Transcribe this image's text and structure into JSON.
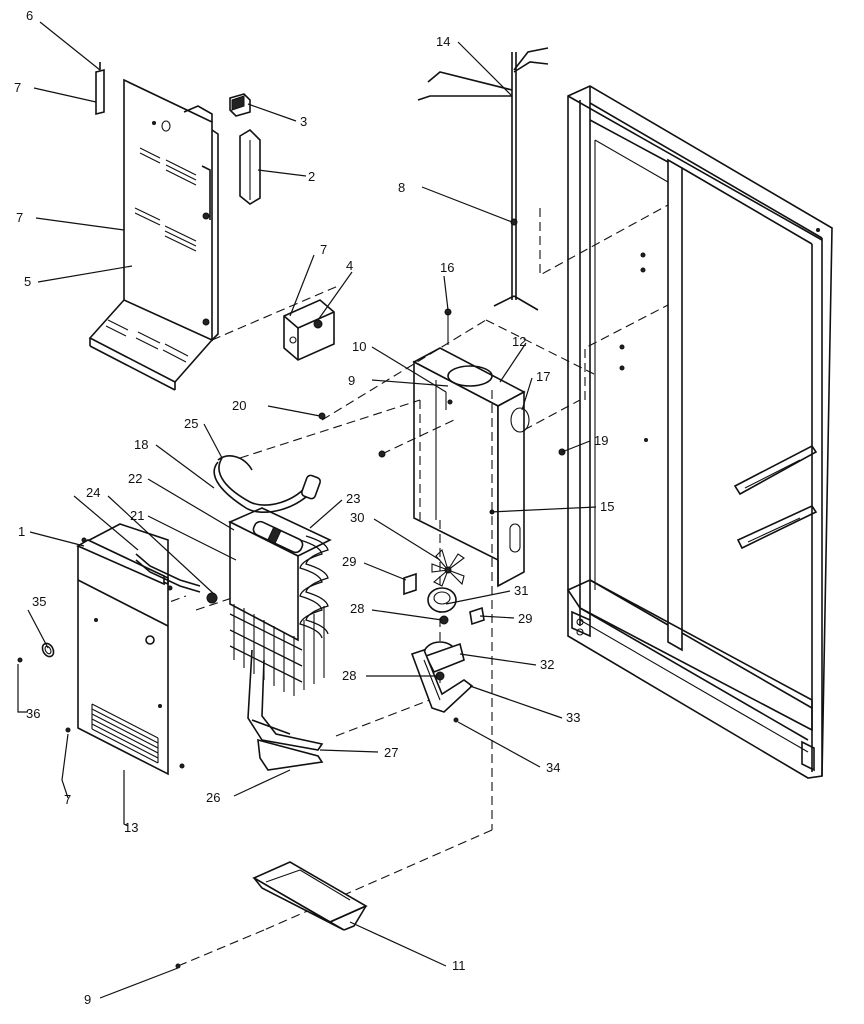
{
  "callouts": {
    "c6": "6",
    "c7a": "7",
    "c3": "3",
    "c2": "2",
    "c7b": "7",
    "c5": "5",
    "c7c": "7",
    "c4": "4",
    "c14": "14",
    "c8": "8",
    "c16": "16",
    "c10": "10",
    "c12": "12",
    "c9a": "9",
    "c17": "17",
    "c20": "20",
    "c19": "19",
    "c25": "25",
    "c18": "18",
    "c22": "22",
    "c23": "23",
    "c24": "24",
    "c21": "21",
    "c15": "15",
    "c30": "30",
    "c1": "1",
    "c29a": "29",
    "c31": "31",
    "c35": "35",
    "c28a": "28",
    "c29b": "29",
    "c32": "32",
    "c28b": "28",
    "c36": "36",
    "c33": "33",
    "c27": "27",
    "c34": "34",
    "c7d": "7",
    "c26": "26",
    "c13": "13",
    "c11": "11",
    "c9b": "9"
  }
}
